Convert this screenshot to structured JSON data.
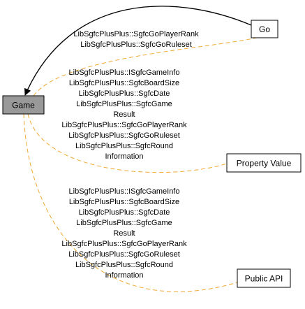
{
  "nodes": {
    "game": {
      "label": "Game",
      "fill": "#999999"
    },
    "go": {
      "label": "Go",
      "fill": "#ffffff"
    },
    "property_value": {
      "label": "Property Value",
      "fill": "#ffffff"
    },
    "public_api": {
      "label": "Public API",
      "fill": "#ffffff"
    }
  },
  "edges": {
    "go_to_game": {
      "style": "solid",
      "color": "#000000",
      "label_lines": [
        "LibSgfcPlusPlus::SgfcGoPlayerRank",
        "LibSgfcPlusPlus::SgfcGoRuleset"
      ]
    },
    "game_to_property_value": {
      "style": "dashed",
      "color": "#f0a830",
      "label_lines": [
        "LibSgfcPlusPlus::ISgfcGameInfo",
        "LibSgfcPlusPlus::SgfcBoardSize",
        "LibSgfcPlusPlus::SgfcDate",
        "LibSgfcPlusPlus::SgfcGame",
        "Result",
        "LibSgfcPlusPlus::SgfcGoPlayerRank",
        "LibSgfcPlusPlus::SgfcGoRuleset",
        "LibSgfcPlusPlus::SgfcRound",
        "Information"
      ]
    },
    "game_to_public_api": {
      "style": "dashed",
      "color": "#f0a830",
      "label_lines": [
        "LibSgfcPlusPlus::ISgfcGameInfo",
        "LibSgfcPlusPlus::SgfcBoardSize",
        "LibSgfcPlusPlus::SgfcDate",
        "LibSgfcPlusPlus::SgfcGame",
        "Result",
        "LibSgfcPlusPlus::SgfcGoPlayerRank",
        "LibSgfcPlusPlus::SgfcGoRuleset",
        "LibSgfcPlusPlus::SgfcRound",
        "Information"
      ]
    }
  }
}
